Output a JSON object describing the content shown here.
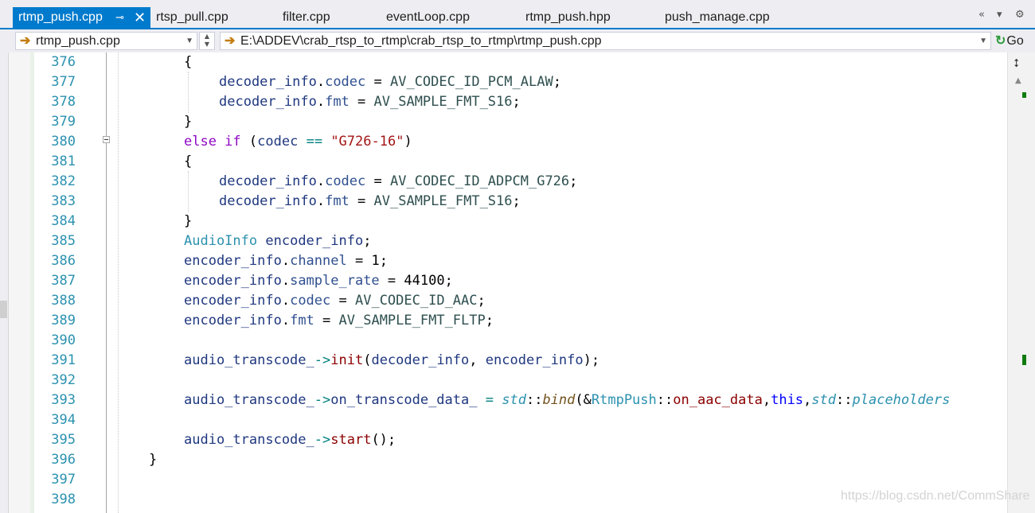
{
  "tabs": [
    {
      "label": "rtmp_push.cpp",
      "active": true
    },
    {
      "label": "rtsp_pull.cpp"
    },
    {
      "label": "filter.cpp"
    },
    {
      "label": "eventLoop.cpp"
    },
    {
      "label": "rtmp_push.hpp"
    },
    {
      "label": "push_manage.cpp"
    }
  ],
  "tab_pin_icon": "pin-icon",
  "tab_close_icon": "close-icon",
  "nav": {
    "file_combo": "rtmp_push.cpp",
    "path_combo": "E:\\ADDEV\\crab_rtsp_to_rtmp\\crab_rtsp_to_rtmp\\rtmp_push.cpp",
    "go_label": "Go"
  },
  "editor": {
    "line_numbers": [
      "376",
      "377",
      "378",
      "379",
      "380",
      "381",
      "382",
      "383",
      "384",
      "385",
      "386",
      "387",
      "388",
      "389",
      "390",
      "391",
      "392",
      "393",
      "394",
      "395",
      "396",
      "397",
      "398"
    ]
  },
  "colors": {
    "accent": "#007acc",
    "keyword": "#8f08c4",
    "line_number": "#2b91af",
    "string": "#a31515",
    "change_marker": "#107c10"
  },
  "watermark": "https://blog.csdn.net/CommShare"
}
